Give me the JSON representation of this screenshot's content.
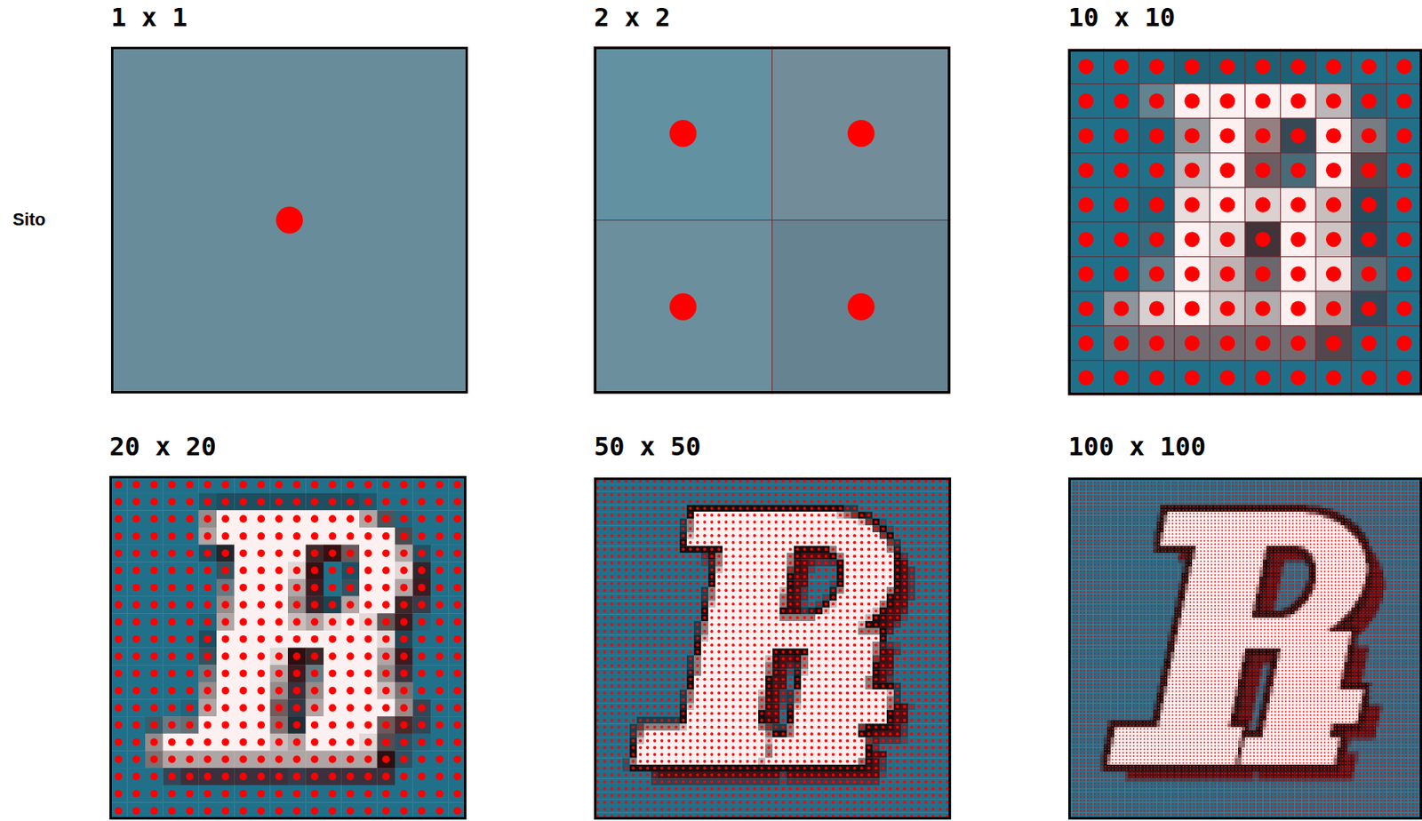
{
  "diagram": {
    "nodes": [
      {
        "text": [
          "1 x 1"
        ]
      },
      {
        "text": [
          "2 x 2"
        ]
      },
      {
        "text": [
          "10 x 10"
        ]
      },
      {
        "text": [
          "20 x 20"
        ]
      },
      {
        "text": [
          "50 x 50"
        ]
      },
      {
        "text": [
          "100 x 100"
        ]
      }
    ],
    "labels": [
      "Sito"
    ]
  }
}
